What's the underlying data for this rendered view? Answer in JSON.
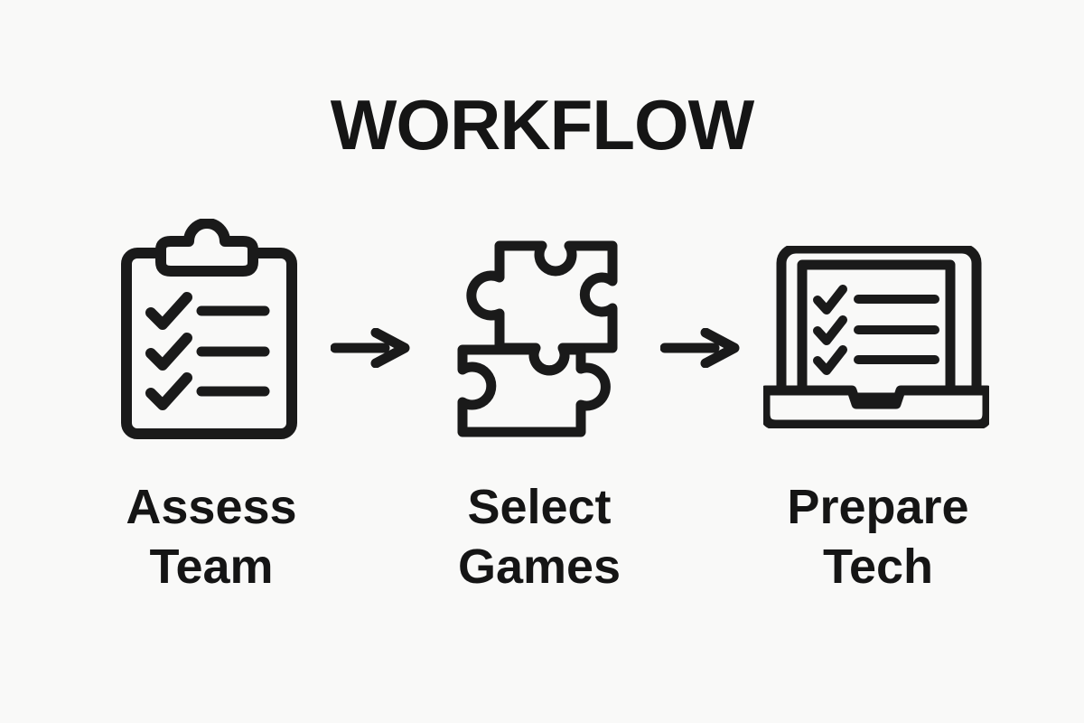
{
  "title": "WORKFLOW",
  "colors": {
    "background": "#f9f9f8",
    "ink": "#1a1a1a"
  },
  "steps": [
    {
      "icon": "clipboard-checklist-icon",
      "label_line1": "Assess",
      "label_line2": "Team"
    },
    {
      "icon": "puzzle-pieces-icon",
      "label_line1": "Select",
      "label_line2": "Games"
    },
    {
      "icon": "laptop-checklist-icon",
      "label_line1": "Prepare",
      "label_line2": "Tech"
    }
  ],
  "connectors": [
    {
      "icon": "arrow-right-icon"
    },
    {
      "icon": "arrow-right-icon"
    }
  ]
}
